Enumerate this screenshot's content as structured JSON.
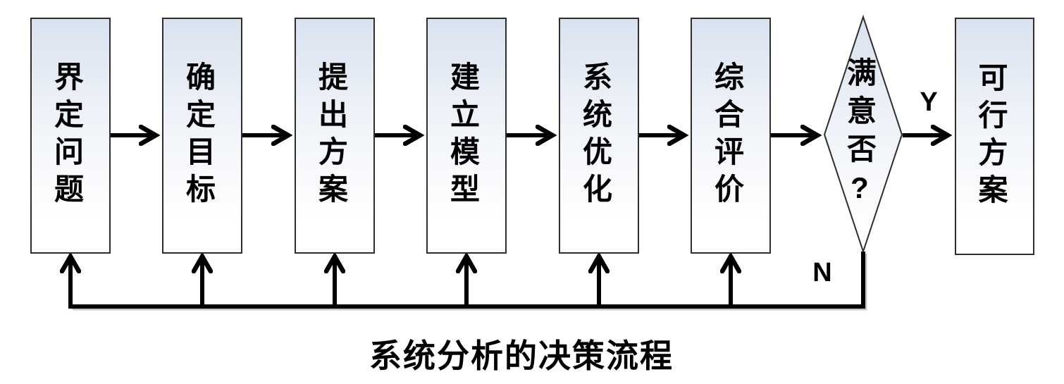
{
  "diagram": {
    "caption": "系统分析的决策流程",
    "boxes": [
      {
        "id": "define-problem",
        "label": "界定问题"
      },
      {
        "id": "set-goals",
        "label": "确定目标"
      },
      {
        "id": "propose-solutions",
        "label": "提出方案"
      },
      {
        "id": "build-model",
        "label": "建立模型"
      },
      {
        "id": "system-optimization",
        "label": "系统优化"
      },
      {
        "id": "comprehensive-evaluation",
        "label": "综合评价"
      }
    ],
    "decision": {
      "id": "satisfied-or-not",
      "label": "满意否?"
    },
    "result_box": {
      "id": "feasible-solution",
      "label": "可行方案"
    },
    "branch_labels": {
      "yes": "Y",
      "no": "N"
    },
    "colors": {
      "box_fill_top": "#d9e2f0",
      "box_fill_bottom": "#ffffff",
      "shape_stroke": "#2e2e2e",
      "arrow": "#000000",
      "text": "#000000"
    }
  }
}
